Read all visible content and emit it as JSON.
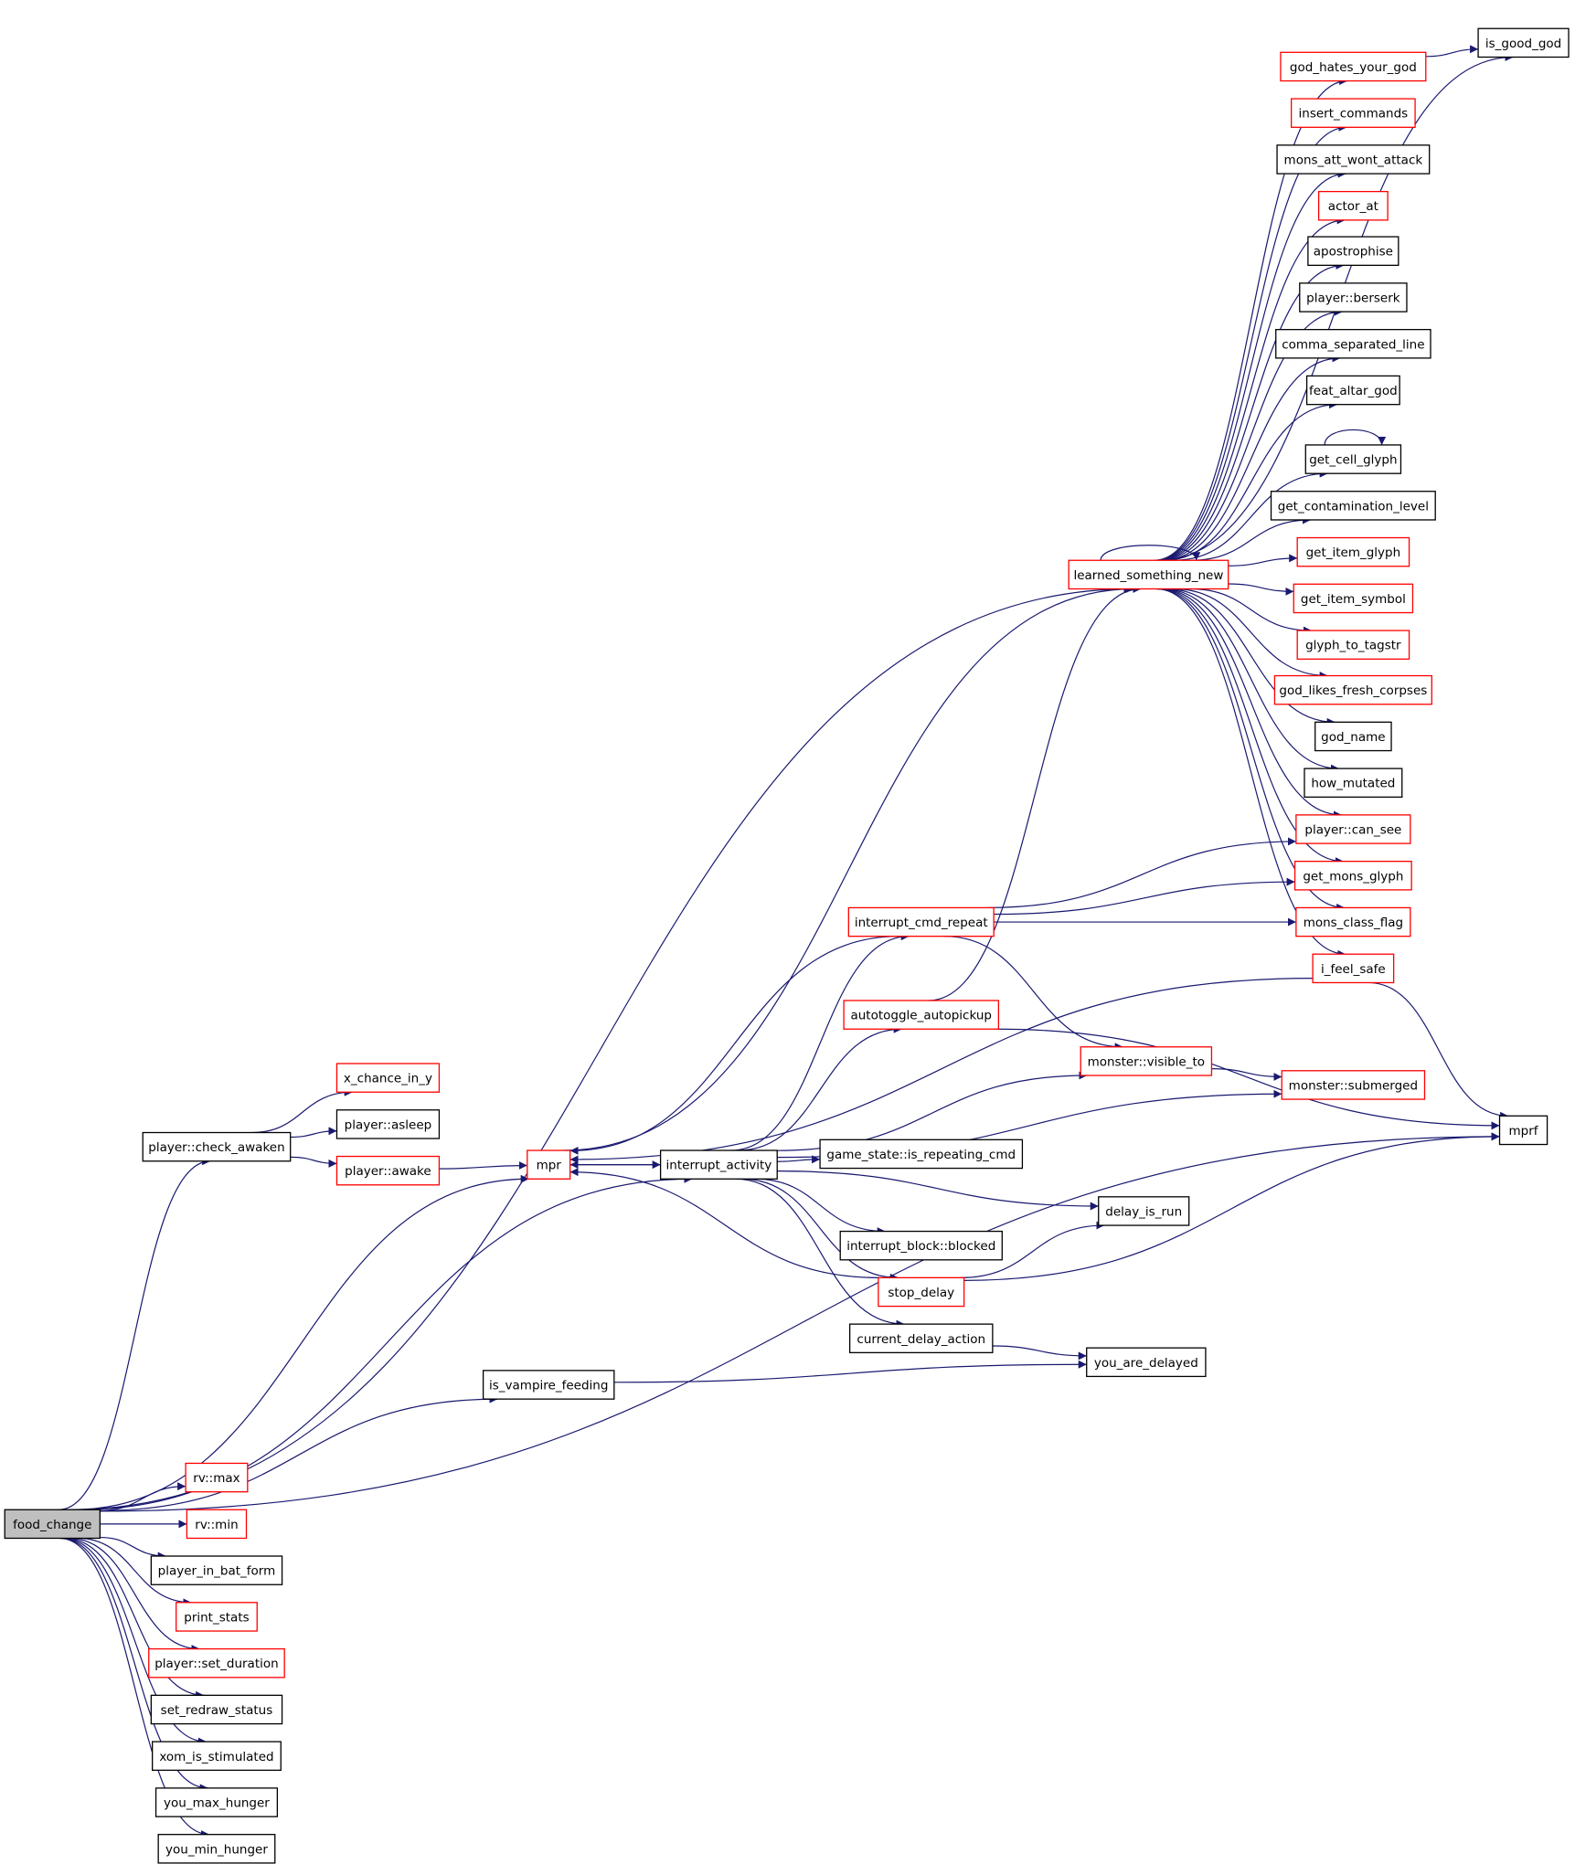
{
  "graph": {
    "title": "",
    "colors": {
      "root_fill": "#bfbfbf",
      "edge": "#191970",
      "node_red": "#ff0000",
      "node_black": "#000000"
    },
    "nodes": [
      {
        "id": "food_change",
        "label": "food_change",
        "style": "root"
      },
      {
        "id": "is_good_god",
        "label": "is_good_god",
        "style": "black"
      },
      {
        "id": "god_hates_your_god",
        "label": "god_hates_your_god",
        "style": "red"
      },
      {
        "id": "insert_commands",
        "label": "insert_commands",
        "style": "red"
      },
      {
        "id": "mons_att_wont_attack",
        "label": "mons_att_wont_attack",
        "style": "black"
      },
      {
        "id": "actor_at",
        "label": "actor_at",
        "style": "red"
      },
      {
        "id": "apostrophise",
        "label": "apostrophise",
        "style": "black"
      },
      {
        "id": "player_berserk",
        "label": "player::berserk",
        "style": "black"
      },
      {
        "id": "comma_separated_line",
        "label": "comma_separated_line",
        "style": "black"
      },
      {
        "id": "feat_altar_god",
        "label": "feat_altar_god",
        "style": "black"
      },
      {
        "id": "get_cell_glyph",
        "label": "get_cell_glyph",
        "style": "black"
      },
      {
        "id": "get_contamination_level",
        "label": "get_contamination_level",
        "style": "black"
      },
      {
        "id": "learned_something_new",
        "label": "learned_something_new",
        "style": "red"
      },
      {
        "id": "get_item_glyph",
        "label": "get_item_glyph",
        "style": "red"
      },
      {
        "id": "get_item_symbol",
        "label": "get_item_symbol",
        "style": "red"
      },
      {
        "id": "glyph_to_tagstr",
        "label": "glyph_to_tagstr",
        "style": "red"
      },
      {
        "id": "god_likes_fresh_corpses",
        "label": "god_likes_fresh_corpses",
        "style": "red"
      },
      {
        "id": "god_name",
        "label": "god_name",
        "style": "black"
      },
      {
        "id": "how_mutated",
        "label": "how_mutated",
        "style": "black"
      },
      {
        "id": "player_can_see",
        "label": "player::can_see",
        "style": "red"
      },
      {
        "id": "get_mons_glyph",
        "label": "get_mons_glyph",
        "style": "red"
      },
      {
        "id": "interrupt_cmd_repeat",
        "label": "interrupt_cmd_repeat",
        "style": "red"
      },
      {
        "id": "mons_class_flag",
        "label": "mons_class_flag",
        "style": "red"
      },
      {
        "id": "i_feel_safe",
        "label": "i_feel_safe",
        "style": "red"
      },
      {
        "id": "autotoggle_autopickup",
        "label": "autotoggle_autopickup",
        "style": "red"
      },
      {
        "id": "monster_visible_to",
        "label": "monster::visible_to",
        "style": "red"
      },
      {
        "id": "x_chance_in_y",
        "label": "x_chance_in_y",
        "style": "red"
      },
      {
        "id": "monster_submerged",
        "label": "monster::submerged",
        "style": "red"
      },
      {
        "id": "player_asleep",
        "label": "player::asleep",
        "style": "black"
      },
      {
        "id": "mprf",
        "label": "mprf",
        "style": "black"
      },
      {
        "id": "player_check_awaken",
        "label": "player::check_awaken",
        "style": "black"
      },
      {
        "id": "game_state_is_repeating_cmd",
        "label": "game_state::is_repeating_cmd",
        "style": "black"
      },
      {
        "id": "mpr",
        "label": "mpr",
        "style": "red"
      },
      {
        "id": "interrupt_activity",
        "label": "interrupt_activity",
        "style": "black"
      },
      {
        "id": "player_awake",
        "label": "player::awake",
        "style": "red"
      },
      {
        "id": "delay_is_run",
        "label": "delay_is_run",
        "style": "black"
      },
      {
        "id": "interrupt_block_blocked",
        "label": "interrupt_block::blocked",
        "style": "black"
      },
      {
        "id": "stop_delay",
        "label": "stop_delay",
        "style": "red"
      },
      {
        "id": "current_delay_action",
        "label": "current_delay_action",
        "style": "black"
      },
      {
        "id": "you_are_delayed",
        "label": "you_are_delayed",
        "style": "black"
      },
      {
        "id": "is_vampire_feeding",
        "label": "is_vampire_feeding",
        "style": "black"
      },
      {
        "id": "rv_max",
        "label": "rv::max",
        "style": "red"
      },
      {
        "id": "rv_min",
        "label": "rv::min",
        "style": "red"
      },
      {
        "id": "player_in_bat_form",
        "label": "player_in_bat_form",
        "style": "black"
      },
      {
        "id": "print_stats",
        "label": "print_stats",
        "style": "red"
      },
      {
        "id": "player_set_duration",
        "label": "player::set_duration",
        "style": "red"
      },
      {
        "id": "set_redraw_status",
        "label": "set_redraw_status",
        "style": "black"
      },
      {
        "id": "xom_is_stimulated",
        "label": "xom_is_stimulated",
        "style": "black"
      },
      {
        "id": "you_max_hunger",
        "label": "you_max_hunger",
        "style": "black"
      },
      {
        "id": "you_min_hunger",
        "label": "you_min_hunger",
        "style": "black"
      }
    ],
    "edges": [
      [
        "food_change",
        "learned_something_new"
      ],
      [
        "food_change",
        "player_check_awaken"
      ],
      [
        "food_change",
        "mpr"
      ],
      [
        "food_change",
        "interrupt_activity"
      ],
      [
        "food_change",
        "is_vampire_feeding"
      ],
      [
        "food_change",
        "mprf"
      ],
      [
        "food_change",
        "rv_max"
      ],
      [
        "food_change",
        "rv_min"
      ],
      [
        "food_change",
        "player_in_bat_form"
      ],
      [
        "food_change",
        "print_stats"
      ],
      [
        "food_change",
        "player_set_duration"
      ],
      [
        "food_change",
        "set_redraw_status"
      ],
      [
        "food_change",
        "xom_is_stimulated"
      ],
      [
        "food_change",
        "you_max_hunger"
      ],
      [
        "food_change",
        "you_min_hunger"
      ],
      [
        "learned_something_new",
        "is_good_god"
      ],
      [
        "learned_something_new",
        "god_hates_your_god"
      ],
      [
        "learned_something_new",
        "insert_commands"
      ],
      [
        "learned_something_new",
        "mons_att_wont_attack"
      ],
      [
        "learned_something_new",
        "actor_at"
      ],
      [
        "learned_something_new",
        "apostrophise"
      ],
      [
        "learned_something_new",
        "player_berserk"
      ],
      [
        "learned_something_new",
        "comma_separated_line"
      ],
      [
        "learned_something_new",
        "feat_altar_god"
      ],
      [
        "learned_something_new",
        "get_cell_glyph"
      ],
      [
        "learned_something_new",
        "get_contamination_level"
      ],
      [
        "learned_something_new",
        "learned_something_new"
      ],
      [
        "learned_something_new",
        "get_item_glyph"
      ],
      [
        "learned_something_new",
        "get_item_symbol"
      ],
      [
        "learned_something_new",
        "glyph_to_tagstr"
      ],
      [
        "learned_something_new",
        "god_likes_fresh_corpses"
      ],
      [
        "learned_something_new",
        "god_name"
      ],
      [
        "learned_something_new",
        "how_mutated"
      ],
      [
        "learned_something_new",
        "player_can_see"
      ],
      [
        "learned_something_new",
        "get_mons_glyph"
      ],
      [
        "learned_something_new",
        "mons_class_flag"
      ],
      [
        "learned_something_new",
        "i_feel_safe"
      ],
      [
        "god_hates_your_god",
        "is_good_god"
      ],
      [
        "get_cell_glyph",
        "get_cell_glyph"
      ],
      [
        "interrupt_cmd_repeat",
        "player_can_see"
      ],
      [
        "interrupt_cmd_repeat",
        "get_mons_glyph"
      ],
      [
        "interrupt_cmd_repeat",
        "mons_class_flag"
      ],
      [
        "interrupt_cmd_repeat",
        "mpr"
      ],
      [
        "interrupt_cmd_repeat",
        "monster_visible_to"
      ],
      [
        "i_feel_safe",
        "mpr"
      ],
      [
        "i_feel_safe",
        "mprf"
      ],
      [
        "autotoggle_autopickup",
        "learned_something_new"
      ],
      [
        "autotoggle_autopickup",
        "mprf"
      ],
      [
        "monster_visible_to",
        "monster_submerged"
      ],
      [
        "player_check_awaken",
        "x_chance_in_y"
      ],
      [
        "player_check_awaken",
        "player_asleep"
      ],
      [
        "player_check_awaken",
        "player_awake"
      ],
      [
        "player_awake",
        "mpr"
      ],
      [
        "mpr",
        "learned_something_new"
      ],
      [
        "mpr",
        "interrupt_activity"
      ],
      [
        "interrupt_activity",
        "mpr"
      ],
      [
        "interrupt_activity",
        "interrupt_cmd_repeat"
      ],
      [
        "interrupt_activity",
        "autotoggle_autopickup"
      ],
      [
        "interrupt_activity",
        "monster_visible_to"
      ],
      [
        "interrupt_activity",
        "monster_submerged"
      ],
      [
        "interrupt_activity",
        "game_state_is_repeating_cmd"
      ],
      [
        "interrupt_activity",
        "delay_is_run"
      ],
      [
        "interrupt_activity",
        "interrupt_block_blocked"
      ],
      [
        "interrupt_activity",
        "stop_delay"
      ],
      [
        "interrupt_activity",
        "current_delay_action"
      ],
      [
        "stop_delay",
        "mpr"
      ],
      [
        "stop_delay",
        "delay_is_run"
      ],
      [
        "stop_delay",
        "mprf"
      ],
      [
        "current_delay_action",
        "you_are_delayed"
      ],
      [
        "is_vampire_feeding",
        "you_are_delayed"
      ]
    ]
  }
}
